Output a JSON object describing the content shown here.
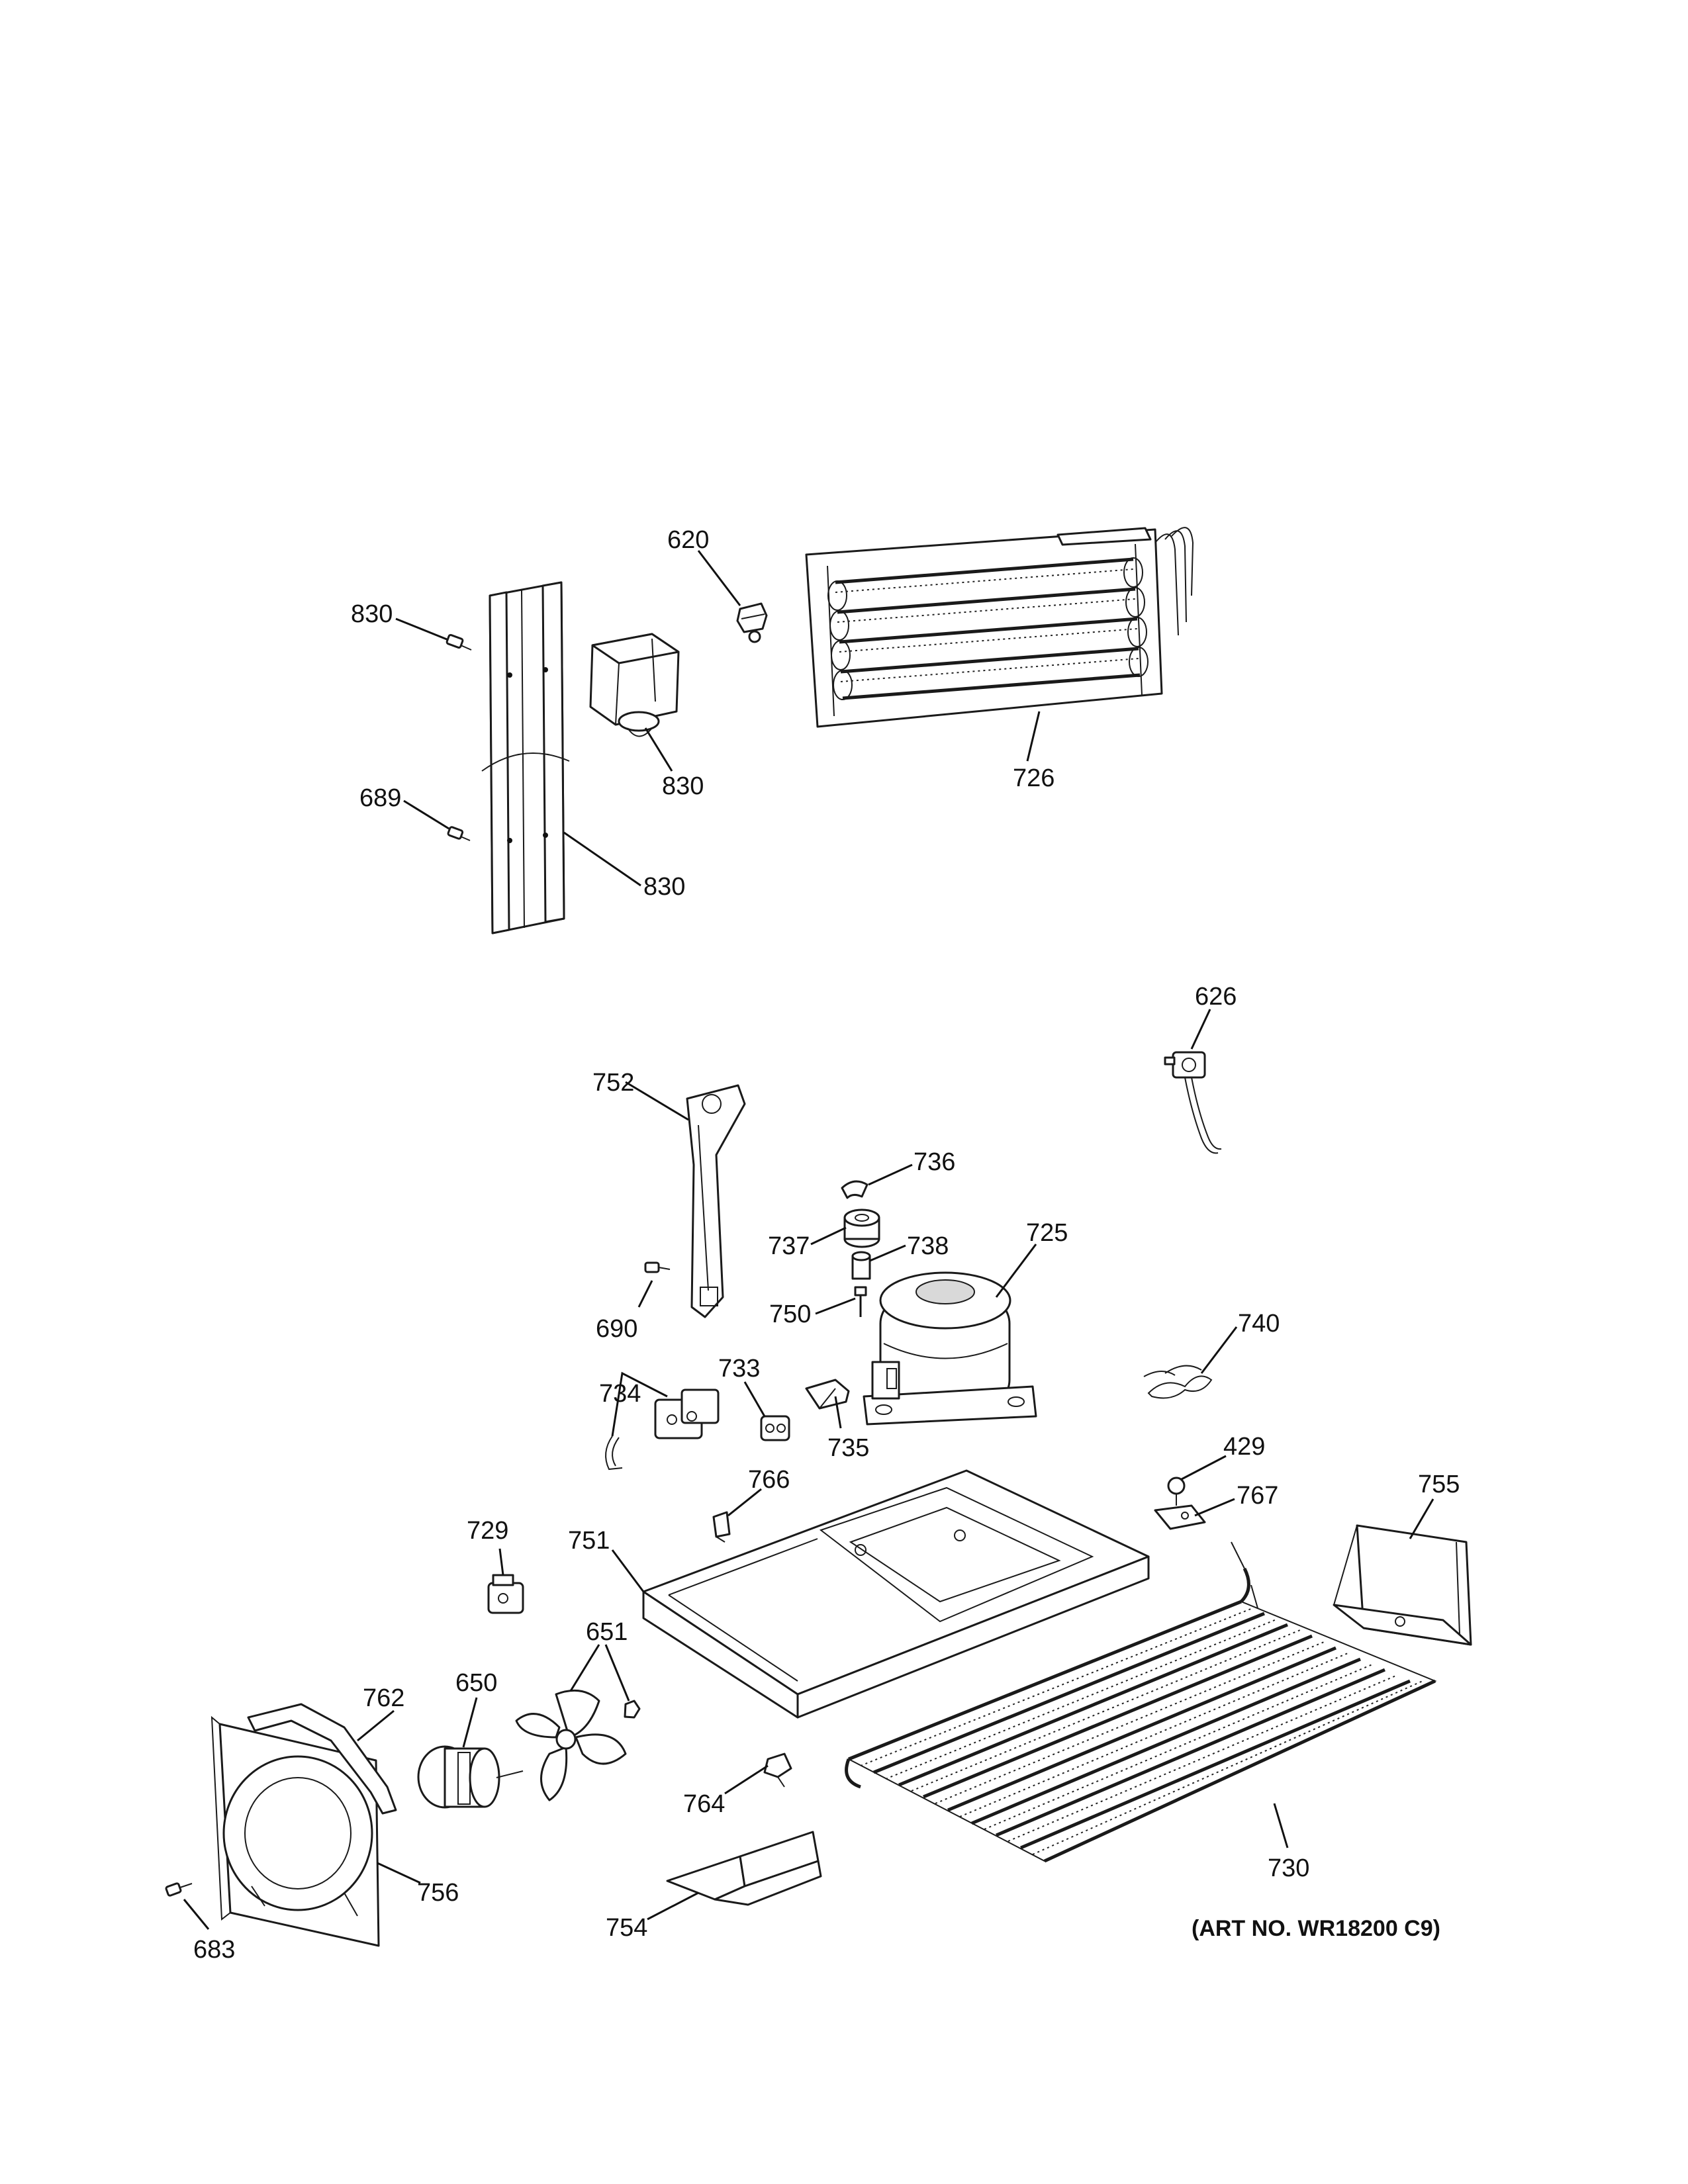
{
  "callouts": {
    "c620": "620",
    "c830a": "830",
    "c830b": "830",
    "c830c": "830",
    "c689": "689",
    "c726": "726",
    "c626": "626",
    "c752": "752",
    "c736": "736",
    "c737": "737",
    "c738": "738",
    "c725": "725",
    "c750": "750",
    "c740": "740",
    "c690": "690",
    "c734": "734",
    "c733": "733",
    "c735": "735",
    "c429": "429",
    "c755": "755",
    "c766": "766",
    "c767": "767",
    "c729": "729",
    "c751": "751",
    "c651": "651",
    "c762": "762",
    "c650": "650",
    "c764": "764",
    "c730": "730",
    "c756": "756",
    "c683": "683",
    "c754": "754"
  },
  "art_number": "(ART NO. WR18200 C9)"
}
